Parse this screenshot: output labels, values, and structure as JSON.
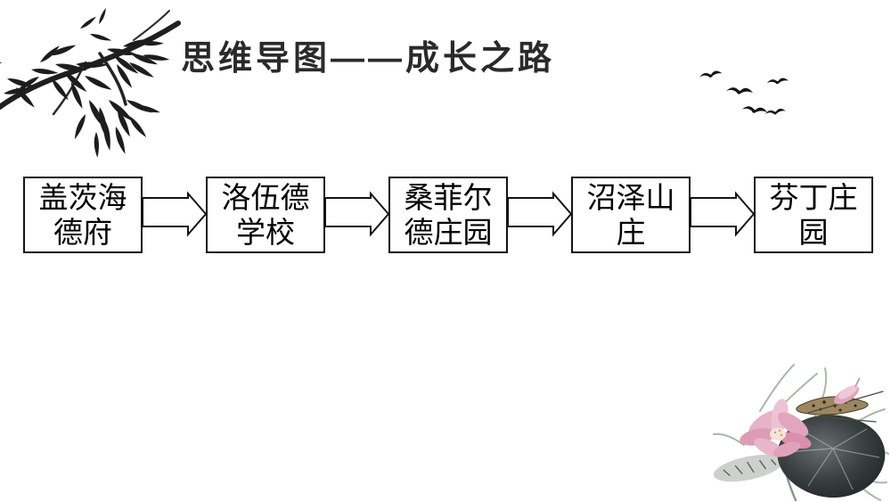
{
  "slide": {
    "title": "思维导图——成长之路"
  },
  "flowchart": {
    "nodes": [
      {
        "label": "盖茨海德府",
        "lines": [
          "盖茨海",
          "德府"
        ]
      },
      {
        "label": "洛伍德学校",
        "lines": [
          "洛伍德",
          "学校"
        ]
      },
      {
        "label": "桑菲尔德庄园",
        "lines": [
          "桑菲尔",
          "德庄园"
        ]
      },
      {
        "label": "沼泽山庄",
        "lines": [
          "沼泽山",
          "庄"
        ]
      },
      {
        "label": "芬丁庄园",
        "lines": [
          "芬丁庄",
          "园"
        ]
      }
    ],
    "box_border_color": "#141414",
    "box_fill_color": "#ffffff",
    "text_color": "#000000"
  },
  "decorations": {
    "top_left": "bamboo-ink-branch",
    "top_right": "five-flying-birds",
    "bottom_right": "lotus-flower-ink-painting",
    "ink_color": "#1d1d1d",
    "lotus_pink_color": "#dfa0ba",
    "lotus_leaf_color": "#2e3335"
  }
}
